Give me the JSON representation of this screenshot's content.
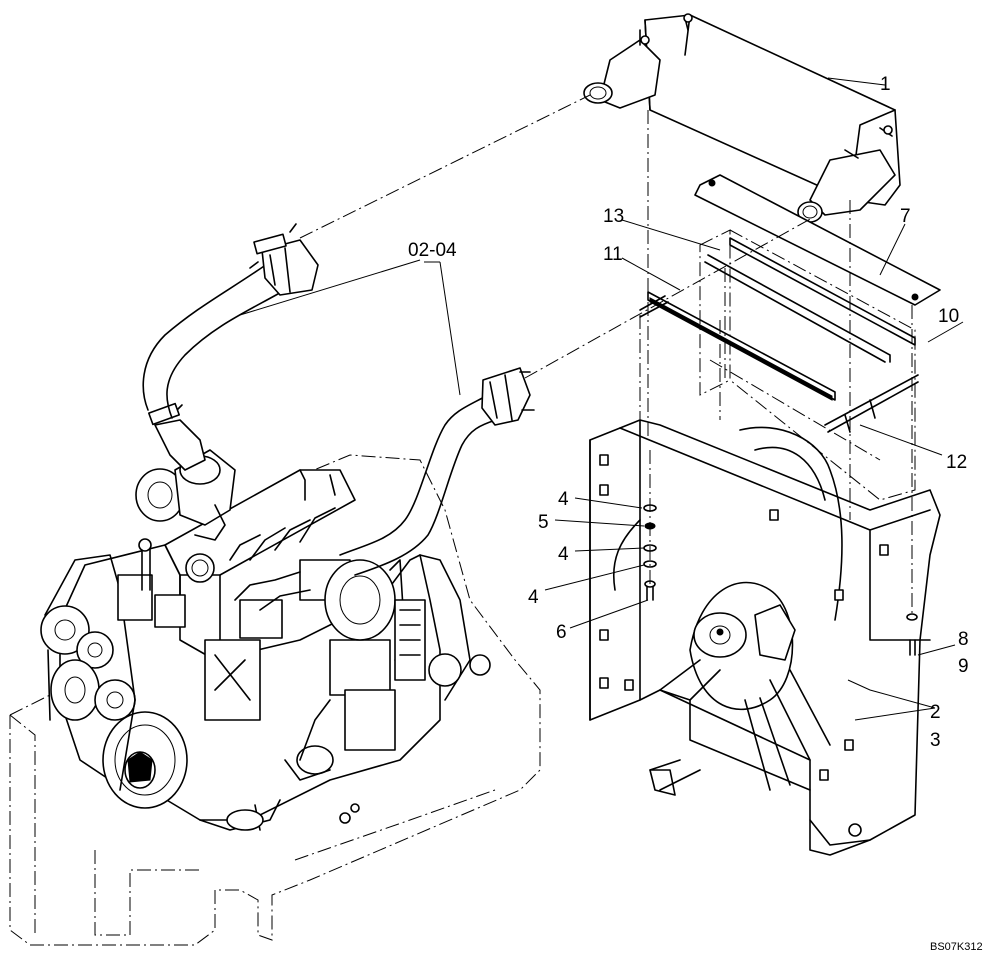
{
  "callouts": {
    "c1": "1",
    "c2": "2",
    "c3": "3",
    "c4a": "4",
    "c4b": "4",
    "c4c": "4",
    "c5": "5",
    "c6": "6",
    "c7": "7",
    "c8": "8",
    "c9": "9",
    "c10": "10",
    "c11": "11",
    "c12": "12",
    "c13": "13",
    "hose": "02-04"
  },
  "drawing_code": "BS07K312"
}
